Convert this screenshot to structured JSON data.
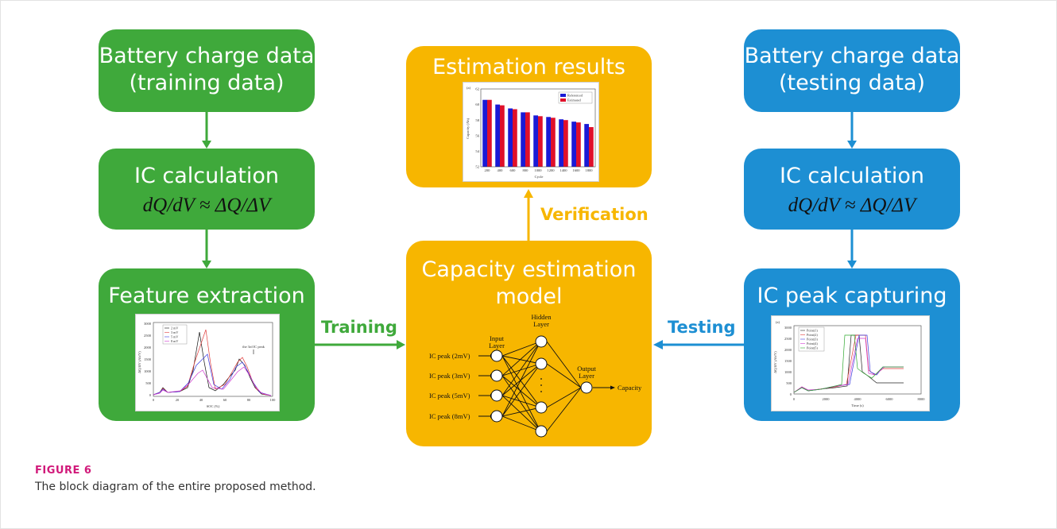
{
  "left_column": {
    "charge_data_line1": "Battery charge data",
    "charge_data_line2": "(training data)",
    "ic_calc_title": "IC calculation",
    "formula": "dQ/dV ≈ ΔQ/ΔV",
    "feature_title": "Feature extraction",
    "feature_chart": {
      "legend": [
        "2 mV",
        "3 mV",
        "5 mV",
        "8 mV"
      ],
      "annotation": "the 3rd IC peak",
      "xlabel": "SOC (%)",
      "ylabel": "ΔQ/ΔV (Ah/V)",
      "xticks": [
        "0",
        "20",
        "40",
        "60",
        "80",
        "100"
      ],
      "yticks": [
        "0",
        "500",
        "1000",
        "1500",
        "2000",
        "2500",
        "3000"
      ]
    }
  },
  "right_column": {
    "charge_data_line1": "Battery charge data",
    "charge_data_line2": "(testing data)",
    "ic_calc_title": "IC calculation",
    "formula": "dQ/dV ≈ ΔQ/ΔV",
    "peak_title": "IC peak capturing",
    "peak_chart": {
      "panel": "(a)",
      "legend": [
        "Point(1)",
        "Point(2)",
        "Point(3)",
        "Point(4)",
        "Point(5)"
      ],
      "xlabel": "Time (s)",
      "ylabel": "ΔQ/ΔV (Ah/V)",
      "xticks": [
        "0",
        "2000",
        "4000",
        "6000",
        "8000"
      ],
      "yticks": [
        "0",
        "500",
        "1000",
        "1500",
        "2000",
        "2500",
        "3000"
      ]
    }
  },
  "center": {
    "results_title": "Estimation results",
    "model_title_line1": "Capacity estimation",
    "model_title_line2": "model",
    "verification_label": "Verification",
    "training_label": "Training",
    "testing_label": "Testing",
    "network": {
      "input_layer": "Input\nLayer",
      "hidden_layer": "Hidden\nLayer",
      "output_layer": "Output\nLayer",
      "inputs": [
        "IC peak (2mV)",
        "IC peak (3mV)",
        "IC peak (5mV)",
        "IC peak (8mV)"
      ],
      "output": "Capacity"
    },
    "results_chart": {
      "type": "bar",
      "panel": "(a)",
      "categories": [
        "200",
        "400",
        "600",
        "800",
        "1000",
        "1200",
        "1400",
        "1600",
        "1800"
      ],
      "series": [
        {
          "name": "Referenced",
          "color": "#1a1ad6",
          "values": [
            60.6,
            60.0,
            59.5,
            59.0,
            58.6,
            58.4,
            58.1,
            57.8,
            57.5
          ]
        },
        {
          "name": "Estimated",
          "color": "#e0102a",
          "values": [
            60.6,
            59.9,
            59.4,
            59.0,
            58.5,
            58.3,
            58.0,
            57.7,
            57.1
          ]
        }
      ],
      "xlabel": "Cycle",
      "ylabel": "Capacity (Ah)",
      "ylim": [
        52,
        62
      ],
      "yticks": [
        "52",
        "54",
        "56",
        "58",
        "60",
        "62"
      ]
    }
  },
  "caption": {
    "label": "FIGURE 6",
    "text": "The block diagram of the entire proposed method."
  },
  "colors": {
    "green": "#3fa93b",
    "blue": "#1d8fd3",
    "gold": "#f7b600"
  }
}
